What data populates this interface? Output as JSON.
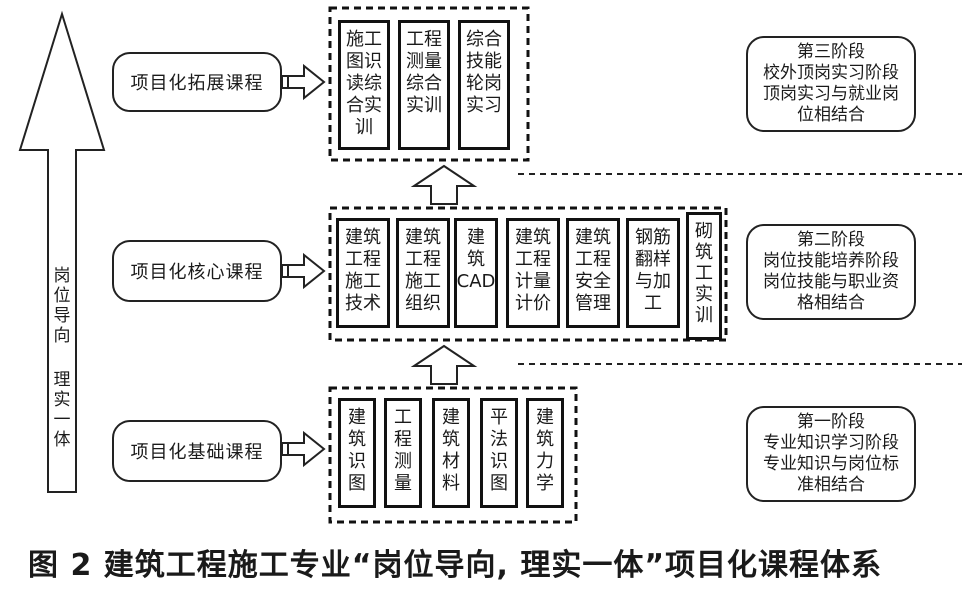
{
  "left_arrow_text": {
    "part1": "岗\n位\n导\n向",
    "part2": "理\n实\n一\n体"
  },
  "courses": {
    "expansion": "项目化拓展课程",
    "core": "项目化核心课程",
    "basic": "项目化基础课程"
  },
  "expansion_items": [
    "施工\n图识\n读综\n合实\n训",
    "工程\n测量\n综合\n实训",
    "综合\n技能\n轮岗\n实习"
  ],
  "core_items": [
    "建筑\n工程\n施工\n技术",
    "建筑\n工程\n施工\n组织",
    "建\n筑\nCAD",
    "建筑\n工程\n计量\n计价",
    "建筑\n工程\n安全\n管理",
    "钢筋\n翻样\n与加\n工",
    "砌\n筑\n工\n实\n训"
  ],
  "basic_items": [
    "建\n筑\n识\n图",
    "工\n程\n测\n量",
    "建\n筑\n材\n料",
    "平\n法\n识\n图",
    "建\n筑\n力\n学"
  ],
  "stages": {
    "stage3": "第三阶段\n校外顶岗实习阶段\n顶岗实习与就业岗\n位相结合",
    "stage2": "第二阶段\n岗位技能培养阶段\n岗位技能与职业资\n格相结合",
    "stage1": "第一阶段\n专业知识学习阶段\n专业知识与岗位标\n准相结合"
  },
  "caption": "图 2  建筑工程施工专业“岗位导向, 理实一体”项目化课程体系"
}
